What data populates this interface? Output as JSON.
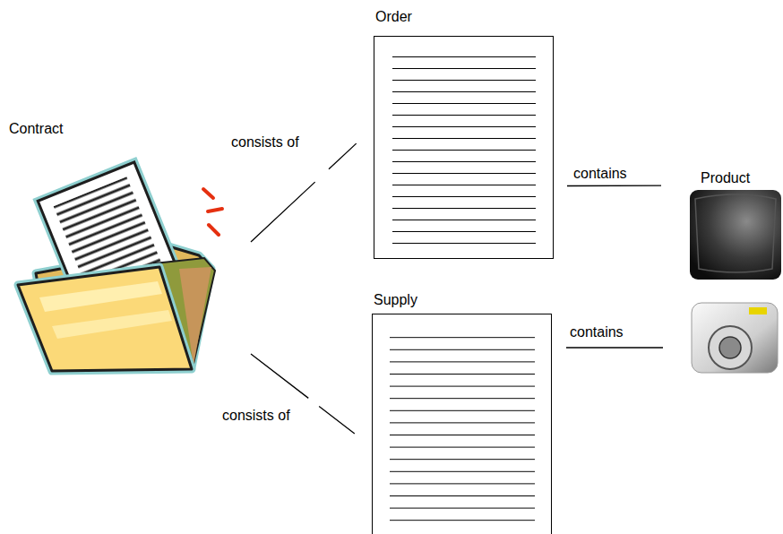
{
  "diagram": {
    "nodes": [
      {
        "text": [
          "Contract"
        ]
      },
      {
        "text": [
          "Order"
        ]
      },
      {
        "text": [
          "Supply"
        ]
      },
      {
        "text": [
          "Product"
        ]
      }
    ],
    "edges": [
      {
        "from": 0,
        "to": 1,
        "label": "consists of",
        "arrow": "none"
      },
      {
        "from": 0,
        "to": 2,
        "label": "consists of",
        "arrow": "none"
      },
      {
        "from": 1,
        "to": 3,
        "label": "contains",
        "arrow": "none"
      }
    ],
    "labels": [
      "contains"
    ]
  }
}
